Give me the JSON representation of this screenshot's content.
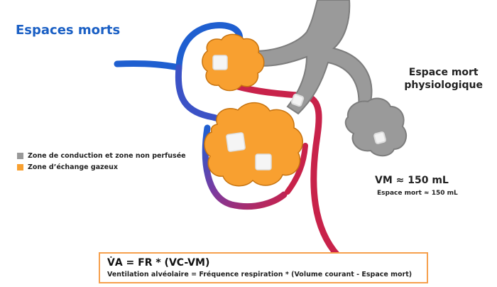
{
  "title": "Espaces morts",
  "legend": [
    {
      "label": "Zone de conduction et zone non perfusée",
      "color": "#999999"
    },
    {
      "label": "Zone d’échange gazeux",
      "color": "#f8a030"
    }
  ],
  "dead_space_label": {
    "line1": "Espace mort",
    "line2": "physiologique"
  },
  "vm": {
    "main": "VM ≈ 150 mL",
    "sub": "Espace mort ≈ 150 mL"
  },
  "formula": {
    "main": "V̇A = FR * (VC-VM)",
    "sub": "Ventilation alvéolaire = Fréquence respiration * (Volume courant - Espace mort)"
  },
  "colors": {
    "airway": "#9a9a9a",
    "alveoli": "#f8a030",
    "vessel_blue": "#1f5fd0",
    "vessel_purple": "#7a3aa0",
    "vessel_red": "#c8224a",
    "accent_title": "#1a5fc4",
    "formula_border": "#f6a04d"
  },
  "icons": [
    "gray-airway-tree-icon",
    "orange-alveoli-icon",
    "blood-vessel-icon"
  ]
}
